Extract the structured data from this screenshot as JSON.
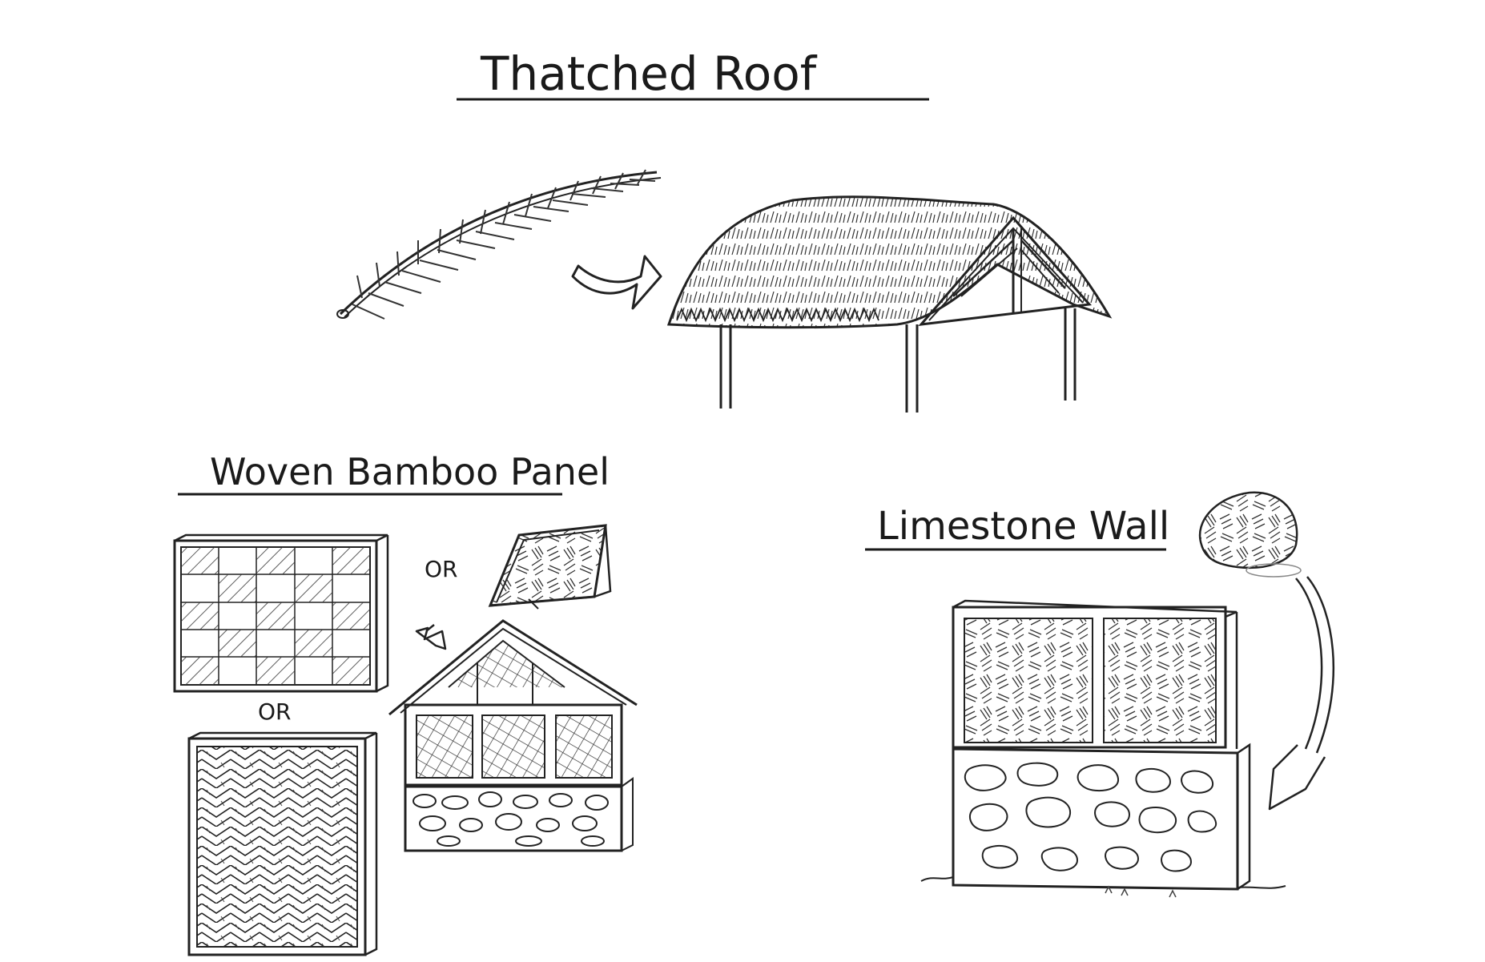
{
  "sections": {
    "thatched_roof": {
      "title": "Thatched Roof"
    },
    "woven_bamboo_panel": {
      "title": "Woven Bamboo Panel",
      "or_labels": [
        "OR",
        "OR"
      ]
    },
    "limestone_wall": {
      "title": "Limestone Wall"
    }
  },
  "style": {
    "ink": "#1a1a1a",
    "background": "#ffffff"
  }
}
